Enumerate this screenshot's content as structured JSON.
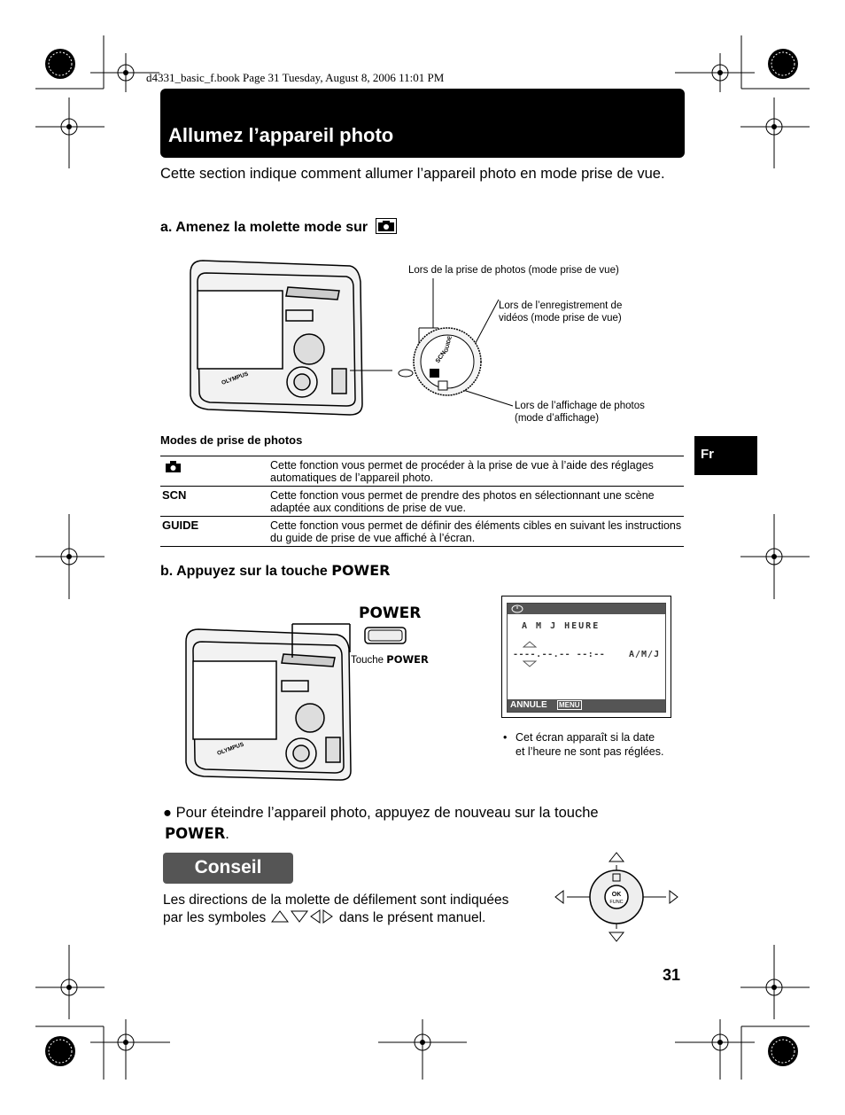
{
  "header": {
    "file_line": "d4331_basic_f.book  Page 31  Tuesday, August 8, 2006  11:01 PM"
  },
  "section": {
    "title": "Allumez l’appareil photo",
    "intro": "Cette section indique comment allumer l’appareil photo en mode prise de vue."
  },
  "step_a": {
    "label": "a.  Amenez la molette mode sur",
    "callout_shooting": "Lors de la prise de photos (mode prise de vue)",
    "callout_video_1": "Lors de l’enregistrement de",
    "callout_video_2": "vidéos (mode prise de vue)",
    "callout_playback_1": "Lors de l’affichage de photos",
    "callout_playback_2": "(mode d’affichage)",
    "camera_brand": "OLYMPUS",
    "dial_scn": "SCN",
    "dial_guide": "GUIDE"
  },
  "modes": {
    "title": "Modes de prise de photos",
    "rows": [
      {
        "icon": "camera-icon",
        "text": "Cette fonction vous permet de procéder à la prise de vue à l’aide des réglages automatiques de l’appareil photo."
      },
      {
        "icon_text": "SCN",
        "text": "Cette fonction vous permet de prendre des photos en sélectionnant une scène adaptée aux conditions de prise de vue."
      },
      {
        "icon_text": "GUIDE",
        "text": "Cette fonction vous permet de définir des éléments cibles en suivant les instructions du guide de prise de vue affiché à l’écran."
      }
    ]
  },
  "step_b": {
    "label": "b.  Appuyez sur la touche",
    "key": "POWER",
    "power_big": "POWER",
    "touche_prefix": "Touche",
    "touche_key": "POWER",
    "camera_brand": "OLYMPUS"
  },
  "screen": {
    "header_row": "A  M  J HEURE",
    "value_row": "----.--.--  --:--",
    "format": "A/M/J",
    "footer": "ANNULE",
    "footer_menu": "MENU"
  },
  "note": {
    "bullet": "•",
    "line1": "Cet écran apparaît si la date",
    "line2": "et l’heure ne sont pas réglées."
  },
  "turn_off": {
    "text": "Pour éteindre l’appareil photo, appuyez de nouveau sur la touche",
    "key": "POWER",
    "end": "."
  },
  "conseil": {
    "title": "Conseil",
    "line1": "Les directions de la molette de défilement sont indiquées",
    "line2_pre": "par les symboles",
    "line2_post": "dans le présent manuel.",
    "wheel_center": "OK",
    "wheel_center2": "FUNC"
  },
  "side_tab": "Fr",
  "page_number": "31"
}
